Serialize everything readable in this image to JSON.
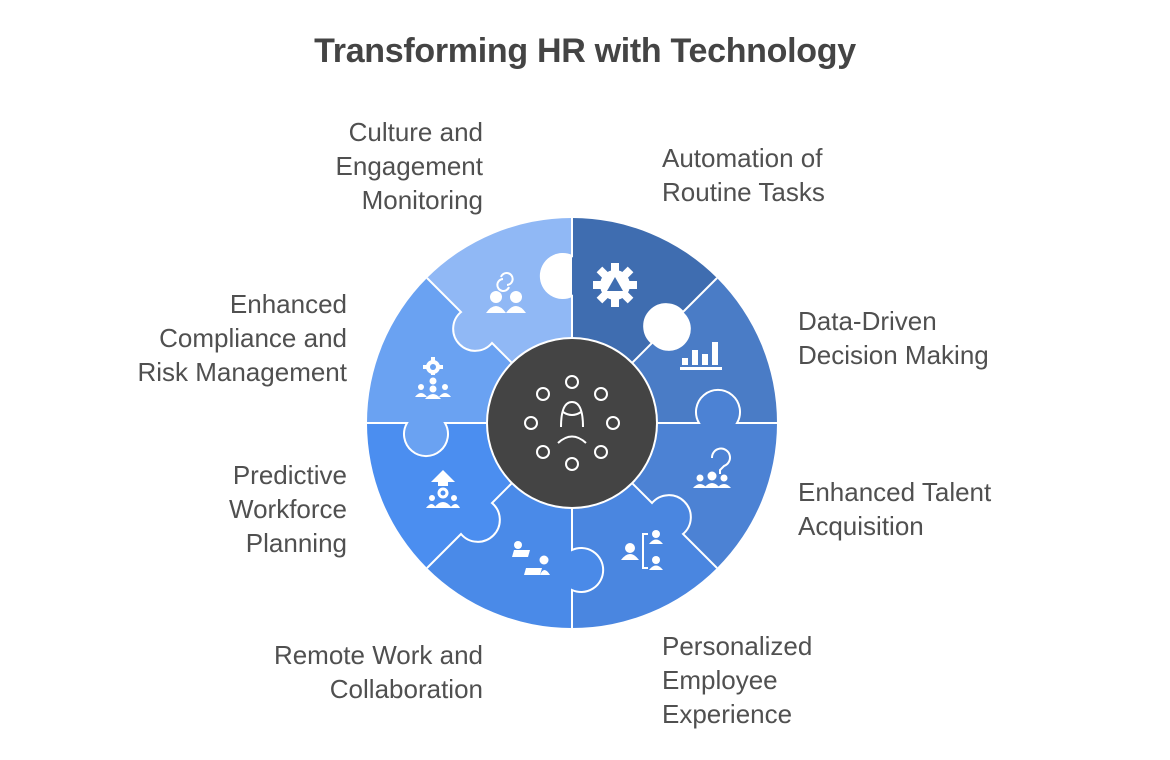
{
  "title": "Transforming HR with Technology",
  "center": {
    "icon": "hr-network-people-icon",
    "color": "#444444"
  },
  "segments": [
    {
      "label": "Automation of\nRoutine Tasks",
      "icon": "gear-gear-automation-icon",
      "color": "#3f6db0"
    },
    {
      "label": "Data-Driven\nDecision Making",
      "icon": "bar-chart-icon",
      "color": "#4a7cc6"
    },
    {
      "label": "Enhanced Talent\nAcquisition",
      "icon": "talent-search-people-icon",
      "color": "#4c82d4"
    },
    {
      "label": "Personalized\nEmployee\nExperience",
      "icon": "org-branch-people-icon",
      "color": "#4a86e0"
    },
    {
      "label": "Remote Work and\nCollaboration",
      "icon": "remote-laptop-people-icon",
      "color": "#4a8ae8"
    },
    {
      "label": "Predictive\nWorkforce\nPlanning",
      "icon": "growth-arrow-people-icon",
      "color": "#4b8ef0"
    },
    {
      "label": "Enhanced\nCompliance and\nRisk Management",
      "icon": "gear-team-compliance-icon",
      "color": "#6aa2f2"
    },
    {
      "label": "Culture and\nEngagement\nMonitoring",
      "icon": "engagement-people-cycle-icon",
      "color": "#90b8f5"
    }
  ]
}
